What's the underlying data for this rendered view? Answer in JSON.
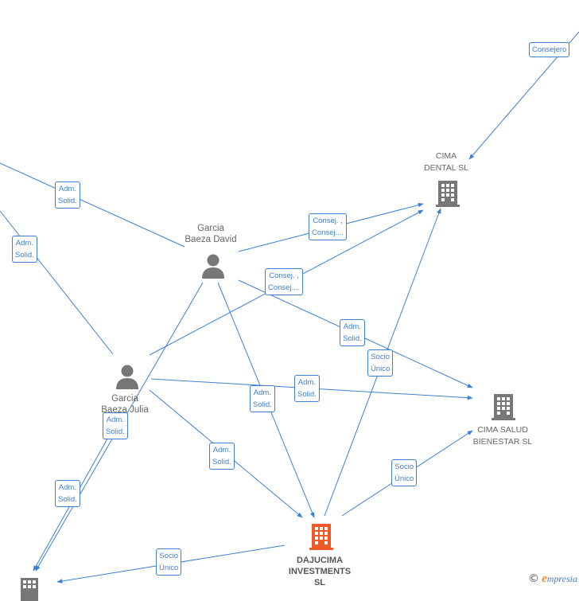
{
  "nodes": {
    "cima_dental": {
      "name_line1": "CIMA",
      "name_line2": "DENTAL SL",
      "kind": "company",
      "color": "#777777"
    },
    "cima_salud": {
      "name_line1": "CIMA SALUD",
      "name_line2": "BIENESTAR  SL",
      "kind": "company",
      "color": "#777777"
    },
    "dajucima": {
      "name_line1": "DAJUCIMA",
      "name_line2": "INVESTMENTS",
      "name_line3": "SL",
      "kind": "company-focus",
      "color": "#f05a28"
    },
    "garcia_david": {
      "name_line1": "Garcia",
      "name_line2": "Baeza David",
      "kind": "person",
      "color": "#777777"
    },
    "garcia_julia": {
      "name_line1": "Garcia",
      "name_line2": "Baeza Julia",
      "kind": "person",
      "color": "#777777"
    },
    "bottom_left_company": {
      "kind": "company",
      "color": "#777777"
    }
  },
  "edge_labels": {
    "consejero": [
      "Consejero"
    ],
    "adm_solid_1": [
      "Adm.",
      "Solid."
    ],
    "adm_solid_2": [
      "Adm.",
      "Solid."
    ],
    "consej_1": [
      "Consej. ,",
      "Consej...."
    ],
    "consej_2": [
      "Consej. ,",
      "Consej...."
    ],
    "adm_solid_3": [
      "Adm.",
      "Solid."
    ],
    "socio_unico_1": [
      "Socio",
      "Único"
    ],
    "adm_solid_4": [
      "Adm.",
      "Solid."
    ],
    "adm_solid_5": [
      "Adm.",
      "Solid."
    ],
    "adm_solid_6": [
      "Adm.",
      "Solid."
    ],
    "adm_solid_7": [
      "Adm.",
      "Solid."
    ],
    "adm_solid_8": [
      "Adm.",
      "Solid."
    ],
    "socio_unico_2": [
      "Socio",
      "Único"
    ],
    "socio_unico_3": [
      "Socio",
      "Único"
    ]
  },
  "colors": {
    "edge": "#3d7fd6",
    "focus": "#f05a28",
    "node": "#777777"
  },
  "watermark": {
    "copyright": "©",
    "brand_initial": "e",
    "brand_rest": "mpresia"
  }
}
